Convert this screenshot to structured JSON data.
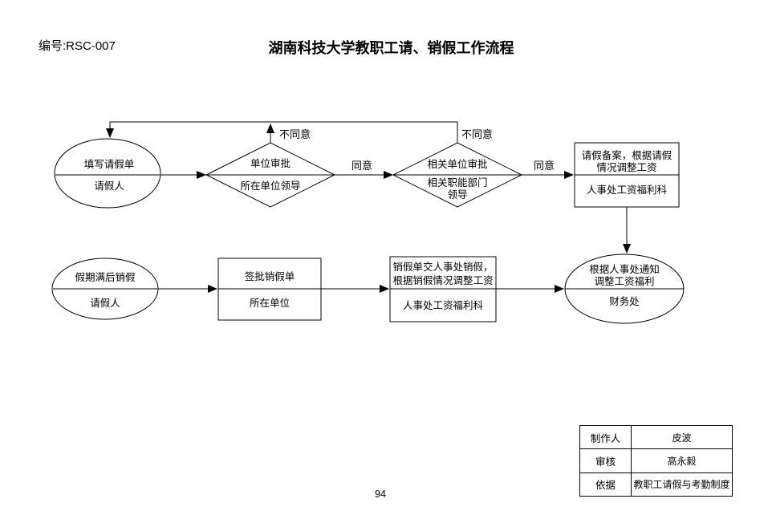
{
  "page": {
    "doc_code": "编号:RSC-007",
    "title": "湖南科技大学教职工请、销假工作流程",
    "page_number": "94"
  },
  "flowchart": {
    "row1": {
      "start": {
        "action": "填写请假单",
        "actor": "请假人"
      },
      "unit_approval": {
        "action": "单位审批",
        "actor": "所在单位领导"
      },
      "related_approval": {
        "action": "相关单位审批",
        "actor": "相关职能部门领导"
      },
      "record": {
        "action": "请假备案，根据请假情况调整工资",
        "actor": "人事处工资福利科"
      }
    },
    "row2": {
      "report": {
        "action": "假期满后销假",
        "actor": "请假人"
      },
      "sign": {
        "action": "签批销假单",
        "actor": "所在单位"
      },
      "submit": {
        "action": "销假单交人事处销假，根据销假情况调整工资",
        "actor": "人事处工资福利科"
      },
      "finance": {
        "action": "根据人事处通知调整工资福利",
        "actor": "财务处"
      }
    },
    "edge_labels": {
      "disagree_1": "不同意",
      "disagree_2": "不同意",
      "agree_1": "同意",
      "agree_2": "同意"
    }
  },
  "info_table": {
    "rows": [
      {
        "label": "制作人",
        "value": "皮波"
      },
      {
        "label": "审核",
        "value": "高永毅"
      },
      {
        "label": "依据",
        "value": "教职工请假与考勤制度"
      }
    ]
  },
  "colors": {
    "background": "#ffffff",
    "line": "#000000",
    "text": "#000000"
  }
}
